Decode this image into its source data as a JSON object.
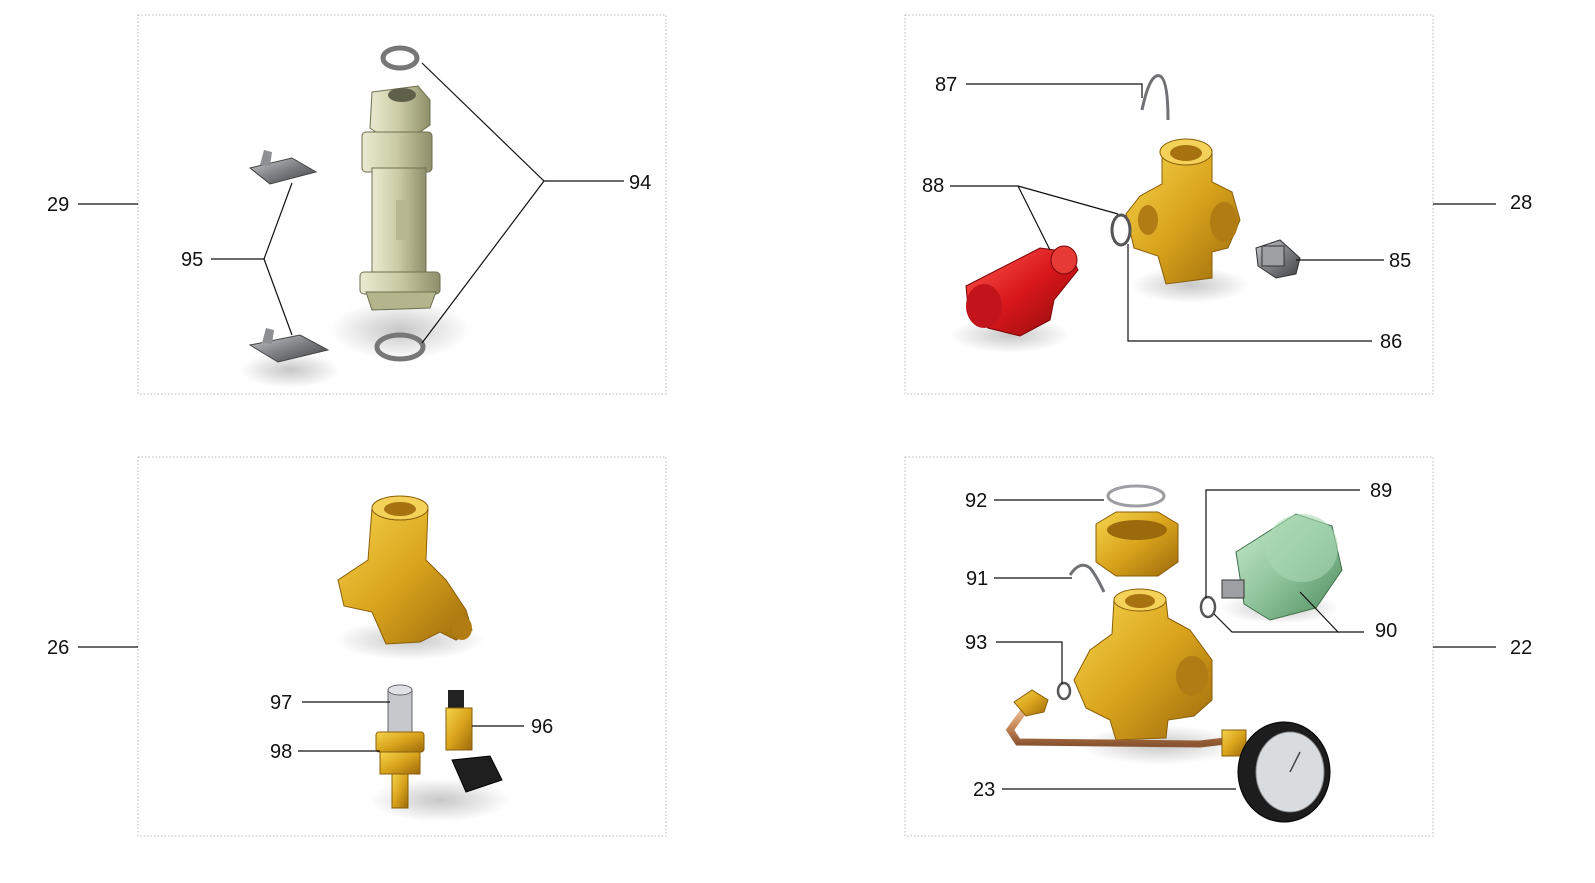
{
  "panels": {
    "top_left": {
      "group": "29",
      "parts": {
        "top_ring": "94",
        "clips": "95"
      }
    },
    "top_right": {
      "group": "28",
      "parts": {
        "spring_clip": "87",
        "valve_cap": "88",
        "fitting": "85",
        "oring": "86"
      }
    },
    "bottom_left": {
      "group": "26",
      "parts": {
        "filter": "97",
        "sensor": "98",
        "tap": "96"
      }
    },
    "bottom_right": {
      "group": "22",
      "parts": {
        "ring": "92",
        "clip": "91",
        "small_oring": "93",
        "vessel_oring": "89",
        "vessel": "90",
        "gauge": "23"
      }
    }
  },
  "colors": {
    "brass": "#d9a41c",
    "brass_dark": "#a87410",
    "olive": "#c9caa3",
    "red": "#d8171b",
    "grey": "#7d7f82",
    "green": "#8fc49b",
    "copper": "#c98a5a",
    "gauge_black": "#1d1d1d"
  }
}
